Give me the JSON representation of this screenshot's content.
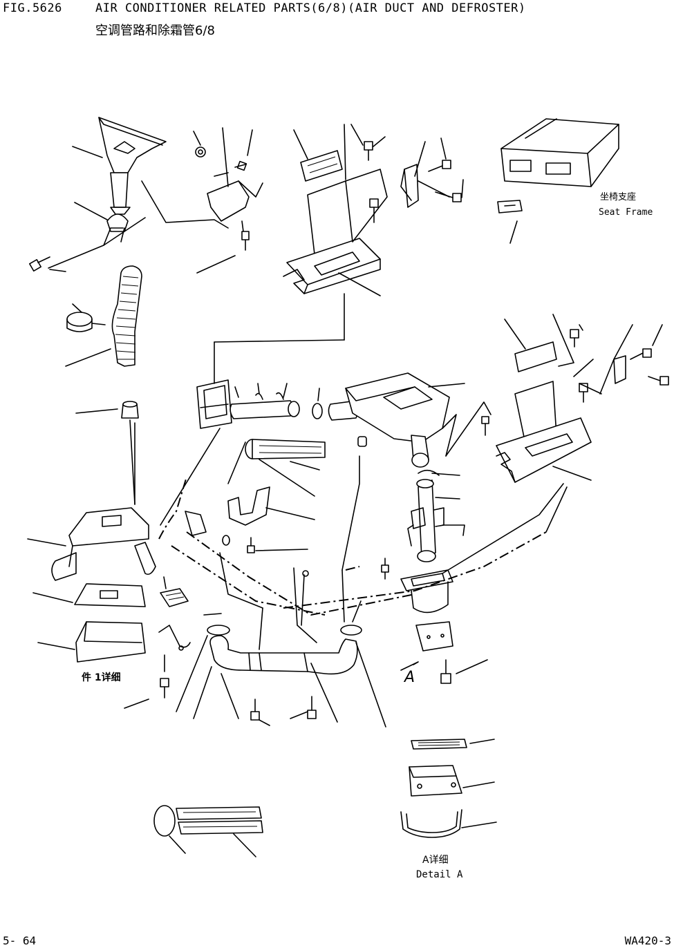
{
  "header": {
    "fig_label": "FIG.5626",
    "title": "AIR CONDITIONER RELATED PARTS(6/8)(AIR DUCT AND DEFROSTER)",
    "title_cn": "空调管路和除霜管6/8"
  },
  "callouts": {
    "seat_frame_cn": "坐椅支座",
    "seat_frame_en": "Seat Frame",
    "part1_caption": "件 1详细",
    "detail_a_cn": "A详细",
    "detail_a_en": "Detail A",
    "view_arrow": "A"
  },
  "footer": {
    "page": "5- 64",
    "model": "WA420-3"
  }
}
